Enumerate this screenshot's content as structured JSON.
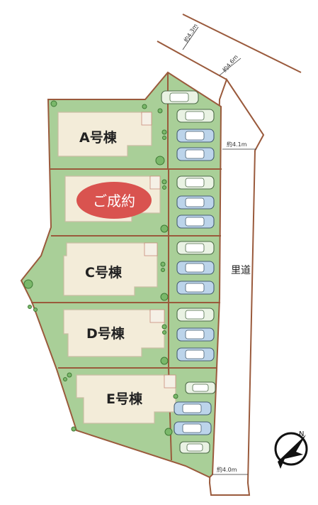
{
  "houses": {
    "a": "A号棟",
    "c": "C号棟",
    "d": "D号棟",
    "e": "E号棟"
  },
  "sold_badge": {
    "label": "ご成約",
    "color": "#d9534f"
  },
  "road": {
    "name": "里道",
    "width_top": "約4.1m",
    "width_bottom": "約4.0m"
  },
  "top_road": {
    "width_1": "約4.3m",
    "width_2": "約4.6m"
  },
  "compass_icon": "north-arrow-icon",
  "colors": {
    "lot_green": "#a9cf98",
    "boundary": "#9a5a3c"
  }
}
